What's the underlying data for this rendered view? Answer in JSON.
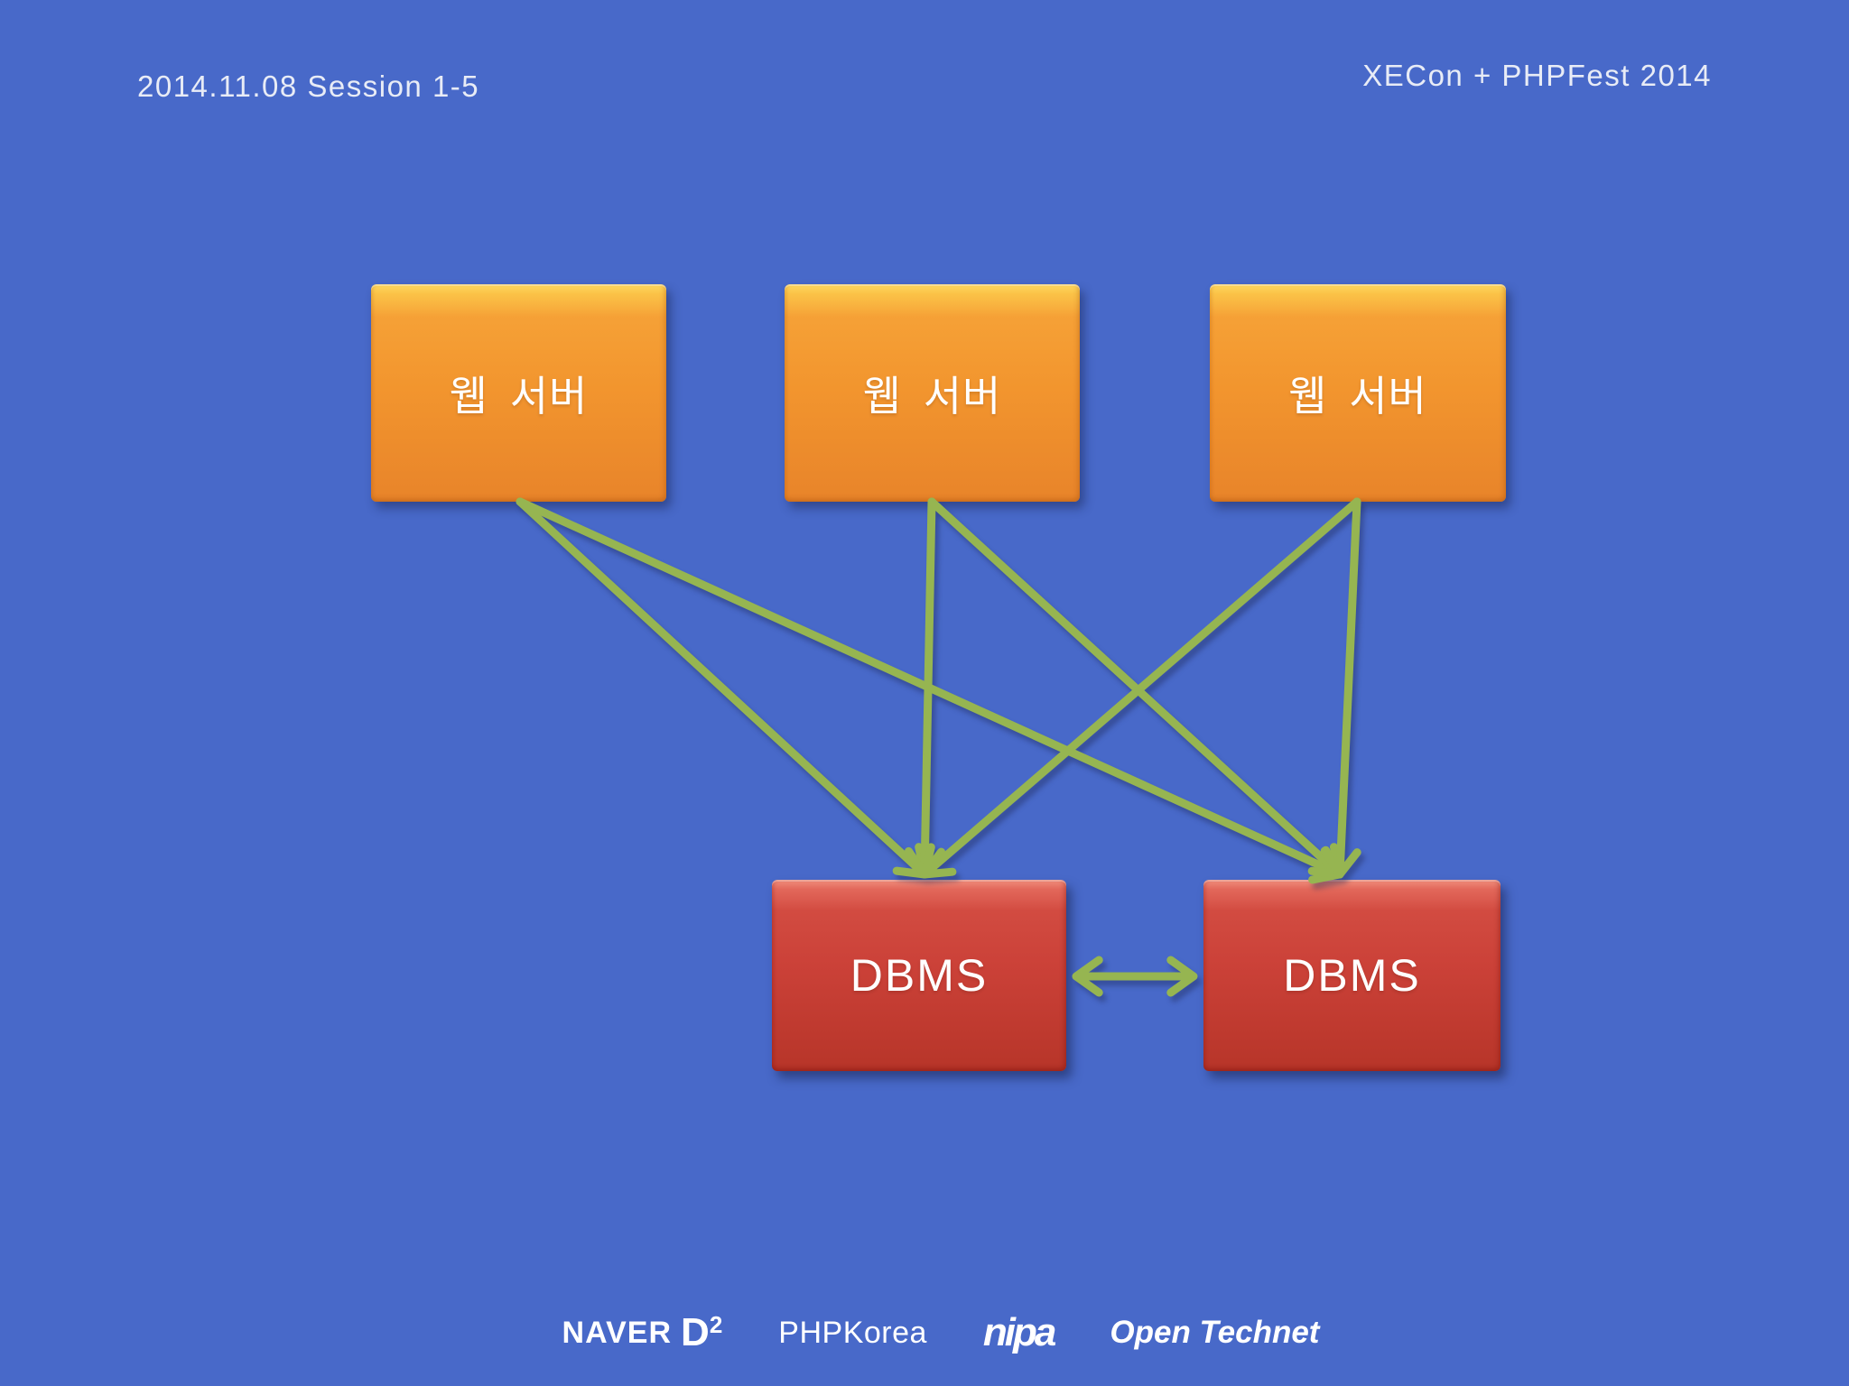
{
  "slide": {
    "header_left": "2014.11.08 Session 1-5",
    "header_right": "XECon + PHPFest 2014"
  },
  "diagram": {
    "nodes": {
      "web_servers": [
        {
          "id": "web-server-1",
          "label": "웹 서버"
        },
        {
          "id": "web-server-2",
          "label": "웹 서버"
        },
        {
          "id": "web-server-3",
          "label": "웹 서버"
        }
      ],
      "databases": [
        {
          "id": "dbms-1",
          "label": "DBMS"
        },
        {
          "id": "dbms-2",
          "label": "DBMS"
        }
      ]
    },
    "edges": [
      {
        "from": "web-server-1",
        "to": "dbms-1",
        "bidirectional": false
      },
      {
        "from": "web-server-1",
        "to": "dbms-2",
        "bidirectional": false
      },
      {
        "from": "web-server-2",
        "to": "dbms-1",
        "bidirectional": false
      },
      {
        "from": "web-server-2",
        "to": "dbms-2",
        "bidirectional": false
      },
      {
        "from": "web-server-3",
        "to": "dbms-1",
        "bidirectional": false
      },
      {
        "from": "web-server-3",
        "to": "dbms-2",
        "bidirectional": false
      },
      {
        "from": "dbms-1",
        "to": "dbms-2",
        "bidirectional": true
      }
    ],
    "colors": {
      "background": "#4869c9",
      "web_server_box": "#f2952e",
      "dbms_box": "#cb4138",
      "arrow": "#96b551",
      "label_text": "#ffffff",
      "header_text": "#e8ecf6"
    }
  },
  "footer": {
    "logos": [
      {
        "id": "naver-d2",
        "text": "NAVER",
        "mark": "D",
        "sup": "2"
      },
      {
        "id": "phpkorea",
        "text": "PHPKorea"
      },
      {
        "id": "nipa",
        "text": "nipa"
      },
      {
        "id": "open-technet",
        "text": "Open Technet"
      }
    ]
  }
}
